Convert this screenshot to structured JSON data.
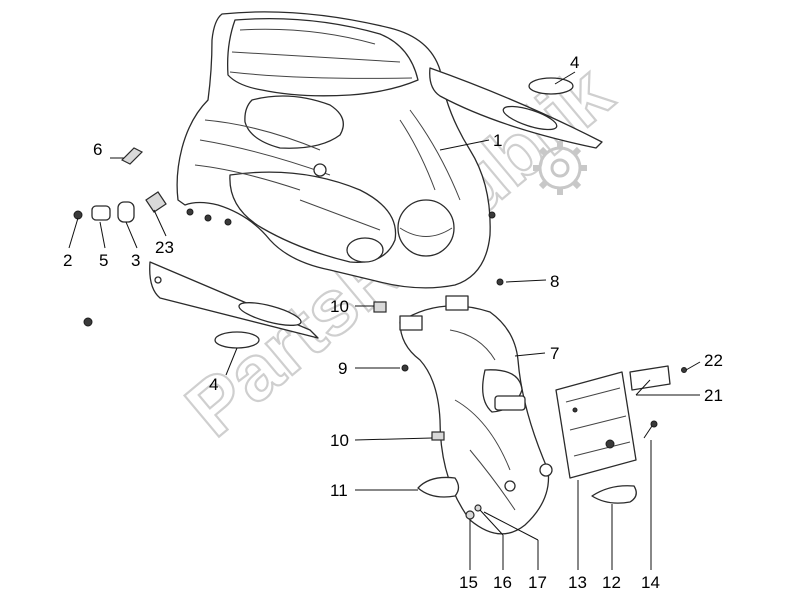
{
  "watermark": {
    "text": "PartsRepublik",
    "icon": "gear-icon"
  },
  "callouts": {
    "c1": "1",
    "c2": "2",
    "c3": "3",
    "c4a": "4",
    "c4b": "4",
    "c5": "5",
    "c6": "6",
    "c7": "7",
    "c8": "8",
    "c9": "9",
    "c10a": "10",
    "c10b": "10",
    "c11": "11",
    "c12": "12",
    "c13": "13",
    "c14": "14",
    "c15": "15",
    "c16": "16",
    "c17": "17",
    "c21": "21",
    "c22": "22",
    "c23": "23"
  }
}
